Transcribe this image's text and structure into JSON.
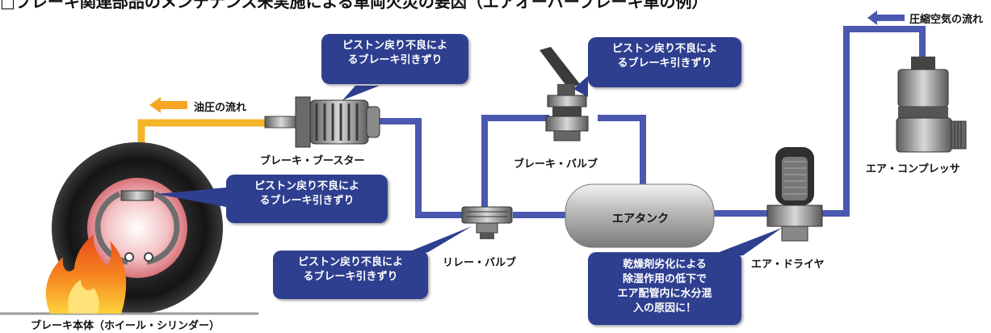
{
  "title": "□ブレーキ関連部品のメンテナンス未実施による車両火災の要因（エアオーバーブレーキ車の例）",
  "labels": {
    "air_flow": "圧縮空気の流れ",
    "oil_flow": "油圧の流れ",
    "brake_booster": "ブレーキ・ブースター",
    "brake_valve": "ブレーキ・バルブ",
    "air_compressor": "エア・コンプレッサ",
    "air_tank": "エアタンク",
    "relay_valve": "リレー・バルブ",
    "air_dryer": "エア・ドライヤ",
    "brake_body": "ブレーキ本体（ホイール・シリンダー）"
  },
  "callouts": {
    "booster": [
      "ピストン戻り不良によ",
      "るブレーキ引きずり"
    ],
    "brake_valve": [
      "ピストン戻り不良によ",
      "るブレーキ引きずり"
    ],
    "wheel": [
      "ピストン戻り不良によ",
      "るブレーキ引きずり"
    ],
    "relay": [
      "ピストン戻り不良によ",
      "るブレーキ引きずり"
    ],
    "dryer": [
      "乾燥剤劣化による",
      "除湿作用の低下で",
      "エア配管内に水分混",
      "入の原因に！"
    ]
  },
  "colors": {
    "air_pipe": "#4a58b0",
    "oil_pipe": "#f5b52a",
    "callout_bg": "#2e3f8f",
    "fire": "#e8491d"
  }
}
